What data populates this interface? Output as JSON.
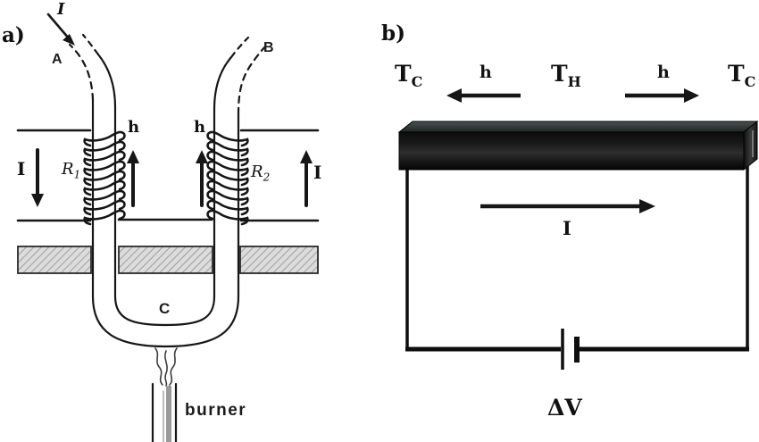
{
  "panel_a": {
    "label": "a)",
    "current_top_label": "I",
    "point_a": "A",
    "point_b": "B",
    "point_c": "C",
    "h_left": "h",
    "h_right": "h",
    "current_left": "I",
    "current_right": "I",
    "resistor_left": {
      "base": "R",
      "sub": "1"
    },
    "resistor_right": {
      "base": "R",
      "sub": "2"
    },
    "burner_label": "burner"
  },
  "panel_b": {
    "label": "b)",
    "temp_cold_left": {
      "base": "T",
      "sub": "C"
    },
    "temp_hot": {
      "base": "T",
      "sub": "H"
    },
    "temp_cold_right": {
      "base": "T",
      "sub": "C"
    },
    "h_left": "h",
    "h_right": "h",
    "current_label": "I",
    "voltage_label": "ΔV"
  },
  "colors": {
    "ink": "#161616",
    "hatch_background": "#dcdcdc",
    "hatch_line": "#8f8f8f",
    "bar_front": "#161616",
    "bar_top": "#3c4242"
  }
}
